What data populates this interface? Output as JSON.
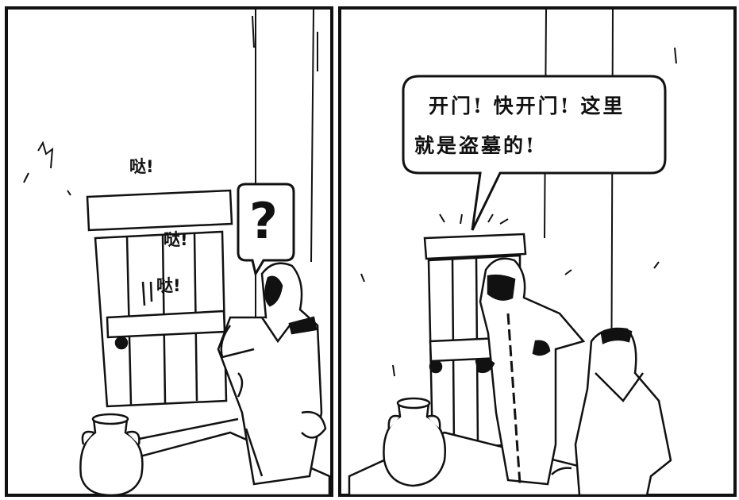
{
  "panels": [
    {
      "sound_effects": [
        "哒!",
        "哒!",
        "哒!"
      ],
      "question_mark": "?"
    },
    {
      "speech_line_1": "开门! 快开门! 这里",
      "speech_line_2": "就是盗墓的!"
    }
  ],
  "colors": {
    "ink": "#111111",
    "paper": "#ffffff"
  }
}
